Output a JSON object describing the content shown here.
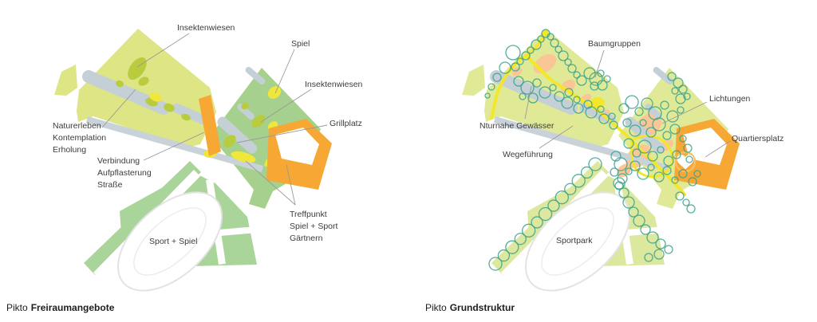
{
  "palette": {
    "greenway": "#dde584",
    "play_band": "#a6d08d",
    "sport_left": "#aad59a",
    "base_right": "#e0ea96",
    "sport_right": "#dce89d",
    "water": "#c4cfd6",
    "canal": "#c9d2d8",
    "olive": "#b8cc3e",
    "yellow": "#f0e63c",
    "path_yellow": "#f4e62a",
    "orange": "#f6a734",
    "orange_light": "#f9be66",
    "salmon": "#f8c795",
    "tree": "#39a18c",
    "leader": "#9a9a9a",
    "label_text": "#3c3c3c",
    "caption_text": "#1d1d1d"
  },
  "left": {
    "caption": {
      "prefix": "Pikto",
      "title": "Freiraumangebote"
    },
    "labels": {
      "insektenwiesen1": "Insektenwiesen",
      "spiel": "Spiel",
      "insektenwiesen2": "Insektenwiesen",
      "grillplatz": "Grillplatz",
      "naturerleben_l1": "Naturerleben",
      "naturerleben_l2": "Kontemplation",
      "naturerleben_l3": "Erholung",
      "verbindung_l1": "Verbindung",
      "verbindung_l2": "Aufpflasterung",
      "verbindung_l3": "Straße",
      "treffpunkt_l1": "Treffpunkt",
      "treffpunkt_l2": "Spiel + Sport",
      "treffpunkt_l3": "Gärtnern",
      "sport_spiel": "Sport + Spiel"
    }
  },
  "right": {
    "caption": {
      "prefix": "Pikto",
      "title": "Grundstruktur"
    },
    "labels": {
      "baumgruppen": "Baumgruppen",
      "lichtungen": "Lichtungen",
      "naturnahe_gewaesser": "Nturnahe Gewässer",
      "wegefuehrung": "Wegeführung",
      "quartiersplatz": "Quartiersplatz",
      "sportpark": "Sportpark"
    }
  }
}
